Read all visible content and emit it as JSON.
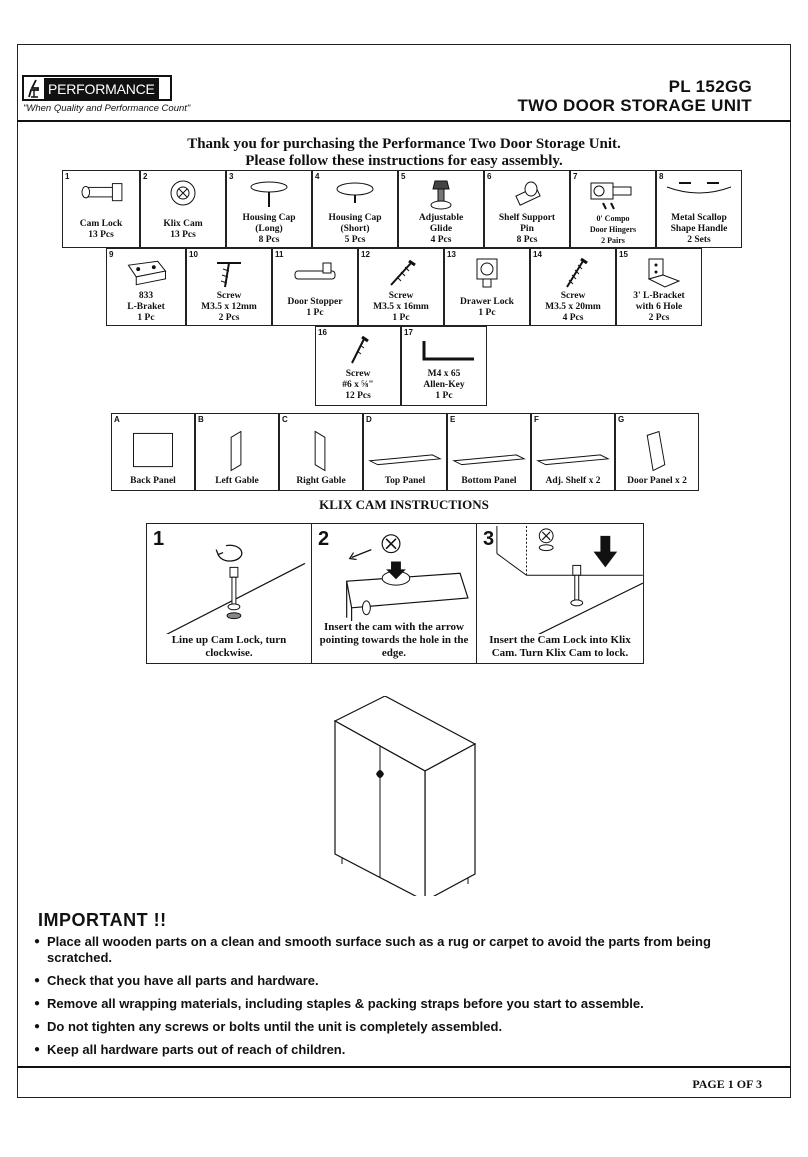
{
  "brand": {
    "name": "PERFORMANCE",
    "tagline": "\"When Quality and Performance Count\""
  },
  "header": {
    "model": "PL 152GG",
    "title": "TWO DOOR STORAGE UNIT"
  },
  "intro": {
    "line1": "Thank you for purchasing the Performance Two Door Storage Unit.",
    "line2": "Please follow these instructions for easy assembly."
  },
  "hardware": [
    {
      "num": "1",
      "lines": [
        "Cam Lock",
        "13 Pcs"
      ]
    },
    {
      "num": "2",
      "lines": [
        "Klix Cam",
        "13 Pcs"
      ]
    },
    {
      "num": "3",
      "lines": [
        "Housing Cap",
        "(Long)",
        "8 Pcs"
      ]
    },
    {
      "num": "4",
      "lines": [
        "Housing Cap",
        "(Short)",
        "5 Pcs"
      ]
    },
    {
      "num": "5",
      "lines": [
        "Adjustable",
        "Glide",
        "4 Pcs"
      ]
    },
    {
      "num": "6",
      "lines": [
        "Shelf Support",
        "Pin",
        "8 Pcs"
      ]
    },
    {
      "num": "7",
      "lines": [
        "0' Compo",
        "Door Hingers",
        "2 Pairs"
      ]
    },
    {
      "num": "8",
      "lines": [
        "Metal Scallop",
        "Shape Handle",
        "2 Sets"
      ]
    },
    {
      "num": "9",
      "lines": [
        "833",
        "L-Braket",
        "1 Pc"
      ]
    },
    {
      "num": "10",
      "lines": [
        "Screw",
        "M3.5 x 12mm",
        "2 Pcs"
      ]
    },
    {
      "num": "11",
      "lines": [
        "Door Stopper",
        "1 Pc"
      ]
    },
    {
      "num": "12",
      "lines": [
        "Screw",
        "M3.5 x 16mm",
        "1 Pc"
      ]
    },
    {
      "num": "13",
      "lines": [
        "Drawer Lock",
        "1 Pc"
      ]
    },
    {
      "num": "14",
      "lines": [
        "Screw",
        "M3.5 x 20mm",
        "4 Pcs"
      ]
    },
    {
      "num": "15",
      "lines": [
        "3' L-Bracket",
        "with 6 Hole",
        "2 Pcs"
      ]
    },
    {
      "num": "16",
      "lines": [
        "Screw",
        "#6 x ⅝\"",
        "12 Pcs"
      ]
    },
    {
      "num": "17",
      "lines": [
        "M4 x 65",
        "Allen-Key",
        "1 Pc"
      ]
    }
  ],
  "panels": [
    {
      "letter": "A",
      "label": "Back Panel"
    },
    {
      "letter": "B",
      "label": "Left Gable"
    },
    {
      "letter": "C",
      "label": "Right Gable"
    },
    {
      "letter": "D",
      "label": "Top Panel"
    },
    {
      "letter": "E",
      "label": "Bottom Panel"
    },
    {
      "letter": "F",
      "label": "Adj. Shelf x 2"
    },
    {
      "letter": "G",
      "label": "Door Panel x 2"
    }
  ],
  "klix": {
    "title": "KLIX CAM INSTRUCTIONS",
    "steps": [
      {
        "num": "1",
        "text": "Line up Cam Lock, turn clockwise."
      },
      {
        "num": "2",
        "text": "Insert the cam with the arrow pointing towards the hole in the edge."
      },
      {
        "num": "3",
        "text": "Insert the Cam Lock into Klix Cam. Turn Klix Cam to lock."
      }
    ]
  },
  "important": {
    "title": "IMPORTANT !!",
    "items": [
      "Place all wooden parts on a clean and smooth surface such as a rug or carpet to avoid the parts from being scratched.",
      "Check that you have all parts and hardware.",
      "Remove all wrapping materials, including staples & packing straps before you start to assemble.",
      "Do not tighten any screws or bolts until the unit is completely assembled.",
      "Keep all hardware parts out of reach of children."
    ]
  },
  "footer": {
    "page": "PAGE 1 OF 3"
  }
}
